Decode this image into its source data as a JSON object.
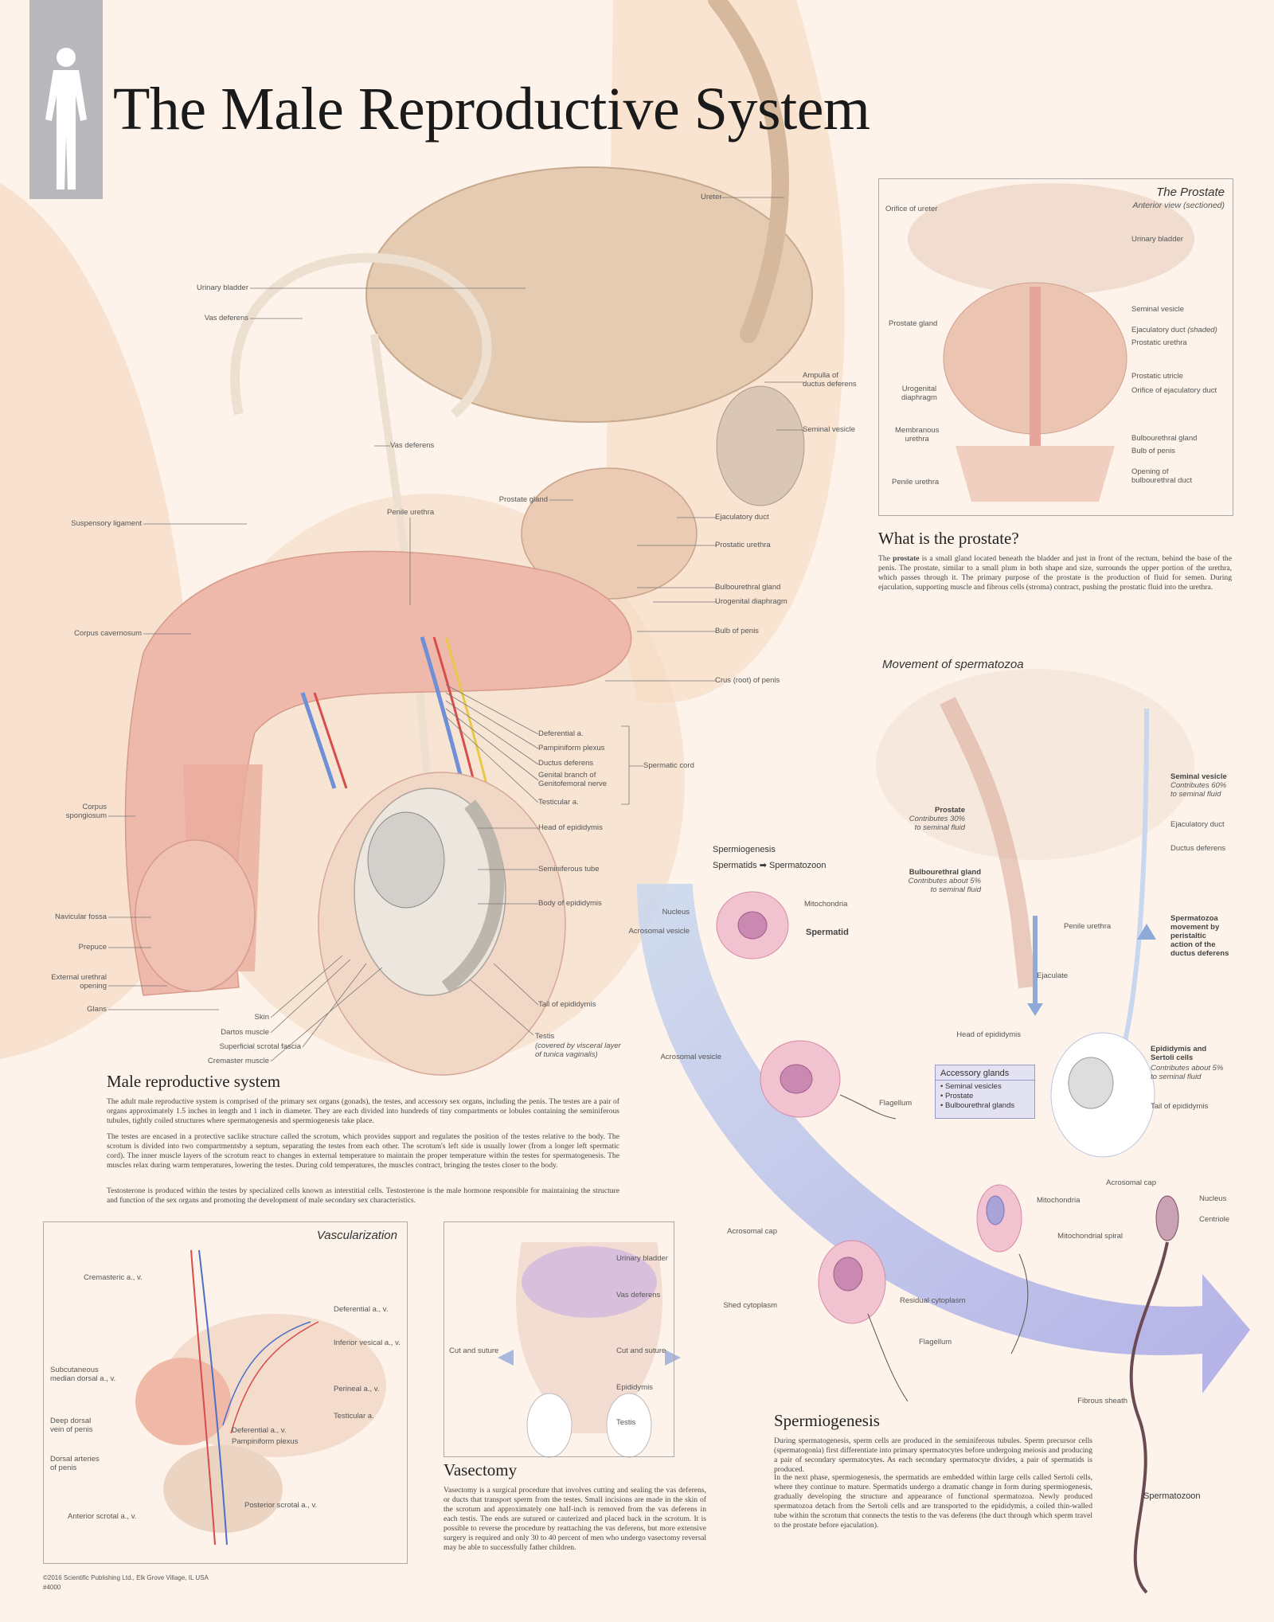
{
  "title": "The Male Reproductive System",
  "main_labels": {
    "ureter": "Ureter",
    "urinary_bladder": "Urinary bladder",
    "vas_deferens_1": "Vas deferens",
    "ampulla": "Ampulla of\nductus deferens",
    "seminal_vesicle": "Seminal vesicle",
    "vas_deferens_2": "Vas deferens",
    "prostate_gland": "Prostate gland",
    "suspensory_ligament": "Suspensory ligament",
    "penile_urethra": "Penile urethra",
    "ejaculatory_duct": "Ejaculatory duct",
    "prostatic_urethra": "Prostatic urethra",
    "bulbourethral_gland": "Bulbourethral gland",
    "urogenital_diaphragm": "Urogenital diaphragm",
    "bulb_of_penis": "Bulb of penis",
    "corpus_cavernosum": "Corpus cavernosum",
    "crus_of_penis": "Crus (root) of penis",
    "deferential_a": "Deferential a.",
    "pampiniform_plexus": "Pampiniform plexus",
    "ductus_deferens": "Ductus deferens",
    "genital_branch": "Genital branch of\nGenitofemoral nerve",
    "testicular_a": "Testicular a.",
    "spermatic_cord": "Spermatic cord",
    "corpus_spongiosum": "Corpus\nspongiosum",
    "head_of_epididymis": "Head of epididymis",
    "seminiferous_tube": "Seminiferous tube",
    "body_of_epididymis": "Body of epididymis",
    "navicular_fossa": "Navicular fossa",
    "prepuce": "Prepuce",
    "external_urethral_opening": "External urethral\nopening",
    "glans": "Glans",
    "tail_of_epididymis": "Tail of epididymis",
    "skin": "Skin",
    "dartos_muscle": "Dartos muscle",
    "superficial_scrotal_fascia": "Superficial scrotal fascia",
    "cremaster_muscle": "Cremaster muscle",
    "testis": "Testis",
    "testis_note": "(covered by visceral layer\nof tunica vaginalis)"
  },
  "prostate_panel": {
    "title": "The Prostate",
    "subtitle": "Anterior view (sectioned)",
    "labels": {
      "orifice_of_ureter": "Orifice of ureter",
      "urinary_bladder": "Urinary bladder",
      "prostate_gland": "Prostate gland",
      "seminal_vesicle": "Seminal vesicle",
      "ejaculatory_duct": "Ejaculatory duct",
      "shaded": "(shaded)",
      "prostatic_urethra": "Prostatic urethra",
      "urogenital_diaphragm": "Urogenital\ndiaphragm",
      "prostatic_utricle": "Prostatic utricle",
      "orifice_of_ejaculatory_duct": "Orifice of ejaculatory duct",
      "membranous_urethra": "Membranous\nurethra",
      "bulbourethral_gland": "Bulbourethral gland",
      "bulb_of_penis": "Bulb of penis",
      "penile_urethra": "Penile urethra",
      "opening_of_bulbourethral_duct": "Opening of\nbulbourethral duct"
    }
  },
  "what_is_prostate": {
    "heading": "What is the prostate?",
    "p1_a": "The ",
    "p1_b": "prostate",
    "p1_c": " is a small gland located beneath the bladder and just in front of the rectum, behind the base of the penis. The prostate, similar to a small plum in both shape and size, surrounds the upper portion of the urethra, which passes through it. The primary purpose of the prostate is the production of fluid for semen. During ejaculation, supporting muscle and fibrous cells (stroma) contract, pushing the prostatic fluid into the urethra."
  },
  "movement": {
    "title": "Movement of spermatozoa",
    "seminal_vesicle": "Seminal vesicle",
    "seminal_vesicle_note": "Contributes 60%\nto seminal fluid",
    "prostate": "Prostate",
    "prostate_note": "Contributes 30%\nto seminal fluid",
    "ejaculatory_duct": "Ejaculatory duct",
    "ductus_deferens": "Ductus deferens",
    "bulbourethral_gland": "Bulbourethral gland",
    "bulbourethral_note": "Contributes about 5%\nto seminal fluid",
    "penile_urethra": "Penile urethra",
    "spermatozoa_movement": "Spermatozoa\nmovement by\nperistaltic\naction of the\nductus deferens",
    "ejaculate": "Ejaculate",
    "head_of_epididymis": "Head of epididymis",
    "epididymis_sertoli": "Epididymis and\nSertoli cells",
    "epididymis_note": "Contributes about 5%\nto seminal fluid",
    "tail_of_epididymis": "Tail of epididymis"
  },
  "accessory": {
    "title": "Accessory glands",
    "items": [
      "• Seminal vesicles",
      "• Prostate",
      "• Bulbourethral glands"
    ]
  },
  "spermio_cells": {
    "heading": "Spermiogenesis",
    "spermatids": "Spermatids",
    "arrow": "➡",
    "spermatozoon": "Spermatozoon",
    "nucleus": "Nucleus",
    "acrosomal_vesicle_1": "Acrosomal vesicle",
    "mitochondria_1": "Mitochondria",
    "spermatid": "Spermatid",
    "acrosomal_vesicle_2": "Acrosomal vesicle",
    "flagellum_1": "Flagellum",
    "acrosomal_cap_1": "Acrosomal cap",
    "mitochondria_2": "Mitochondria",
    "acrosomal_cap_2": "Acrosomal cap",
    "nucleus_2": "Nucleus",
    "centriole": "Centriole",
    "mitochondrial_spiral": "Mitochondrial spiral",
    "shed_cytoplasm": "Shed cytoplasm",
    "residual_cytoplasm": "Residual cytoplasm",
    "flagellum_2": "Flagellum",
    "fibrous_sheath": "Fibrous sheath",
    "spermatozoon_label": "Spermatozoon"
  },
  "male_repro_text": {
    "heading": "Male reproductive system",
    "p1": "The adult male reproductive system is comprised of the primary sex organs (gonads), the testes, and accessory sex organs, including the penis. The testes are a pair of organs approximately 1.5 inches in length and 1 inch in diameter. They are each divided into hundreds of tiny compartments or lobules containing the seminiferous tubules, tightly coiled structures where spermatogenesis and spermiogenesis take place.",
    "p2": "The testes are encased in a protective saclike structure called the scrotum, which provides support and regulates the position of the testes relative to the body. The scrotum is divided into two compartmentsby a septum, separating the testes from each other. The scrotum's left side is usually lower (from a longer left spermatic cord). The inner muscle layers of the scrotum react to changes in external temperature to maintain the proper temperature within the testes for spermatogenesis. The muscles relax during warm temperatures, lowering the testes. During cold temperatures, the muscles contract, bringing the testes closer to the body.",
    "p3": "Testosterone is produced within the testes by specialized cells known as interstitial cells. Testosterone is the male hormone responsible for maintaining the structure and function of the sex organs and promoting the development of male secondary sex characteristics."
  },
  "vascular": {
    "title": "Vascularization",
    "cremasteric": "Cremasteric a., v.",
    "deferential": "Deferential a., v.",
    "inferior_vesical": "Inferior vesical a., v.",
    "subcutaneous": "Subcutaneous\nmedian dorsal a., v.",
    "perineal": "Perineal a., v.",
    "testicular": "Testicular a.",
    "deep_dorsal": "Deep dorsal\nvein of penis",
    "deferential_2": "Deferential a., v.",
    "pampiniform": "Pampiniform plexus",
    "dorsal_arteries": "Dorsal arteries\nof penis",
    "posterior_scrotal": "Posterior scrotal a., v.",
    "anterior_scrotal": "Anterior scrotal a., v."
  },
  "vasectomy_panel": {
    "urinary_bladder": "Urinary bladder",
    "vas_deferens": "Vas deferens",
    "cut_left": "Cut and suture",
    "cut_right": "Cut and suture",
    "epididymis": "Epididymis",
    "testis": "Testis"
  },
  "vasectomy_text": {
    "heading": "Vasectomy",
    "body": "Vasectomy is a surgical procedure that involves cutting and sealing the vas deferens, or ducts that transport sperm from the testes. Small incisions are made in the skin of the scrotum and approximately one half-inch is removed from the vas deferens in each testis. The ends are sutured or cauterized and placed back in the scrotum. It is possible to reverse the procedure by reattaching the vas deferens, but more extensive surgery is required and only 30 to 40 percent of men who undergo vasectomy reversal may be able to successfully father children."
  },
  "spermio_text": {
    "heading": "Spermiogenesis",
    "p1": "During spermatogenesis, sperm cells are produced in the seminiferous tubules. Sperm precursor cells (spermatogonia) first differentiate into primary spermatocytes before undergoing meiosis and producing a pair of secondary spermatocytes. As each secondary spermatocyte divides, a pair of spermatids is produced.",
    "p2": "In the next phase, spermiogenesis, the spermatids are embedded within large cells called Sertoli cells, where they continue to mature. Spermatids undergo a dramatic change in form during spermiogenesis, gradually developing the structure and appearance of functional spermatozoa. Newly produced spermatozoa detach from the Sertoli cells and are transported to the epididymis, a coiled thin-walled tube within the scrotum that connects the testis to the vas deferens (the duct through which sperm travel to the prostate before ejaculation)."
  },
  "footer": {
    "copyright": "©2016 Scientific Publishing Ltd., Elk Grove Village, IL USA",
    "code": "#4000"
  }
}
